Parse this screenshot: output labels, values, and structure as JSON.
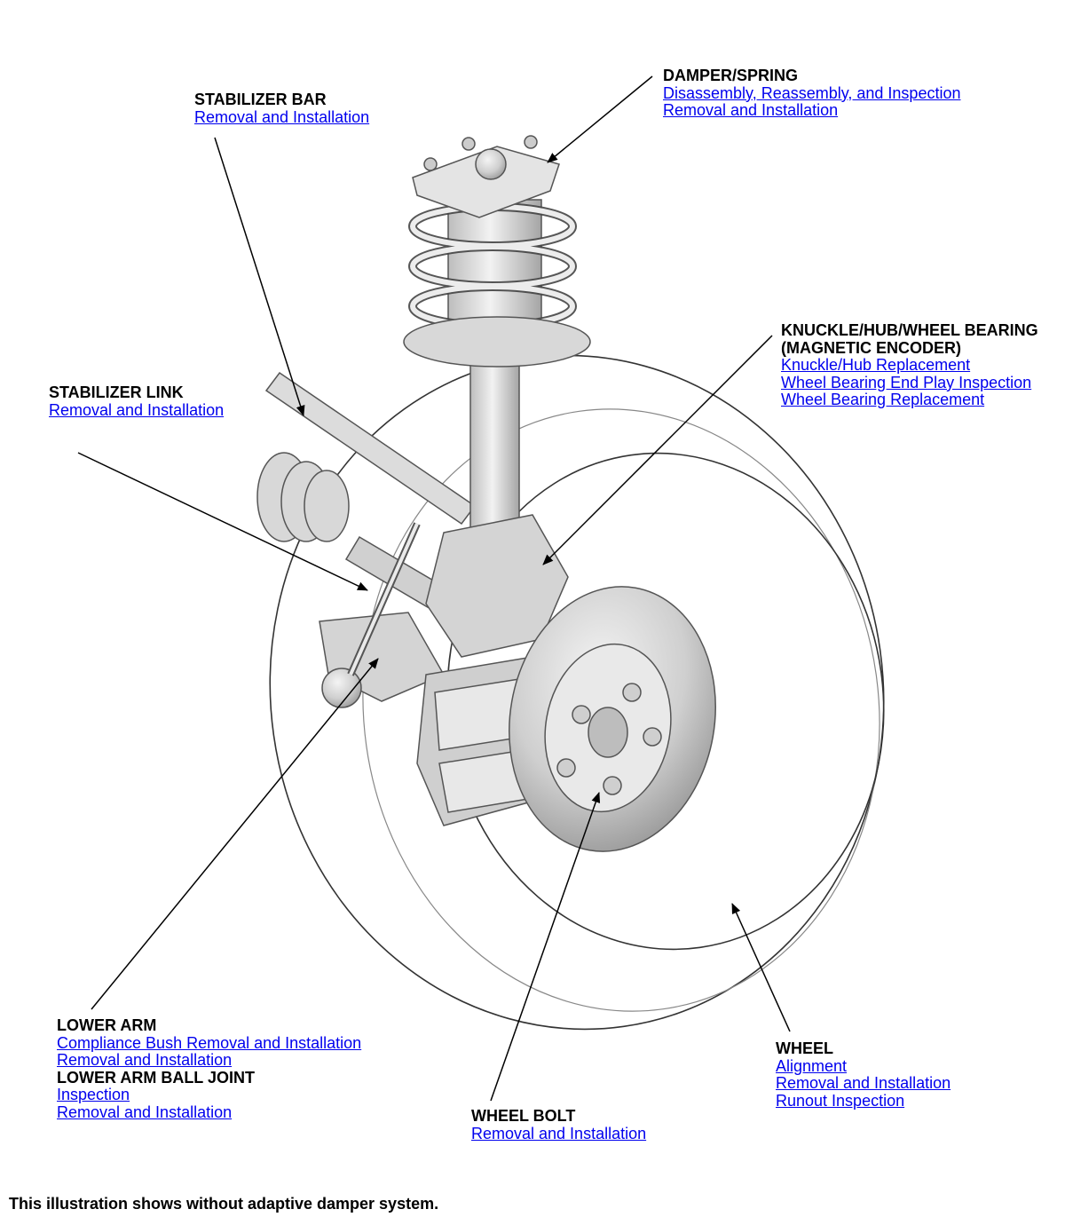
{
  "callouts": {
    "damper_spring": {
      "heading": "DAMPER/SPRING",
      "links": [
        "Disassembly, Reassembly, and Inspection",
        "Removal and Installation"
      ]
    },
    "stabilizer_bar": {
      "heading": "STABILIZER BAR",
      "links": [
        "Removal and Installation"
      ]
    },
    "knuckle_hub": {
      "heading_line1": "KNUCKLE/HUB/WHEEL BEARING",
      "heading_line2": "(MAGNETIC ENCODER)",
      "links": [
        "Knuckle/Hub Replacement",
        "Wheel Bearing End Play Inspection",
        "Wheel Bearing Replacement"
      ]
    },
    "stabilizer_link": {
      "heading": "STABILIZER LINK",
      "links": [
        "Removal and Installation"
      ]
    },
    "lower_arm": {
      "heading": "LOWER ARM",
      "links": [
        "Compliance Bush Removal and Installation",
        "Removal and Installation"
      ],
      "subheading": "LOWER ARM BALL JOINT",
      "sublinks": [
        "Inspection",
        "Removal and Installation"
      ]
    },
    "wheel_bolt": {
      "heading": "WHEEL BOLT",
      "links": [
        "Removal and Installation"
      ]
    },
    "wheel": {
      "heading": "WHEEL",
      "links": [
        "Alignment",
        "Removal and Installation",
        "Runout Inspection"
      ]
    }
  },
  "footer_note": "This illustration shows without adaptive damper system.",
  "colors": {
    "link": "#0000ee",
    "text": "#000000",
    "line": "#000000"
  }
}
